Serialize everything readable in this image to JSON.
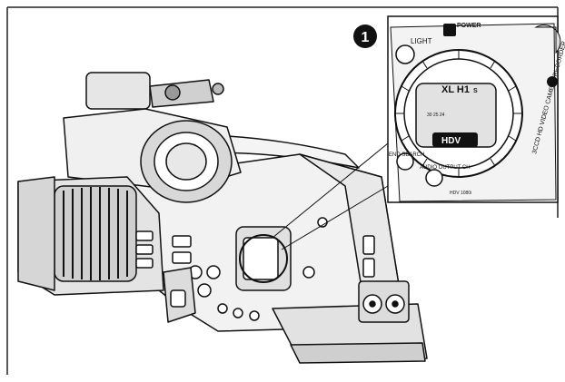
{
  "figure": {
    "callout_number": "1",
    "inset_labels": {
      "light": "LIGHT",
      "power": "POWER",
      "brand": "XL H1",
      "brand_suffix": "S",
      "hdv_logo": "HDV",
      "recorder_text": "3CCD HD VIDEO CAMERA RECORDER",
      "end_search": "END\nSEARCH",
      "audio_out": "AUDIO\nOUTPUT CH",
      "hdv_small": "HDV 1080i",
      "lcd_numbers": "30  25  24"
    }
  }
}
